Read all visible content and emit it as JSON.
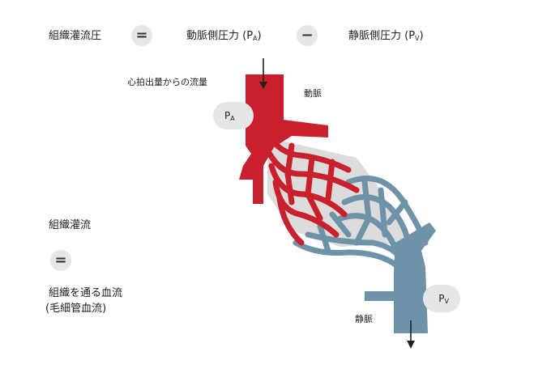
{
  "equation": {
    "lhs": "組織灌流圧",
    "op1": "=",
    "term1_prefix": "動脈側圧力 (P",
    "term1_sub": "A",
    "term1_suffix": ")",
    "op2": "−",
    "term2_prefix": "静脈側圧力 (P",
    "term2_sub": "V",
    "term2_suffix": ")"
  },
  "diagram": {
    "inflow_label": "心拍出量からの流量",
    "artery_label": "動脈",
    "vein_label": "静脈",
    "pa_label_P": "P",
    "pa_label_sub": "A",
    "pv_label_P": "P",
    "pv_label_sub": "V",
    "colors": {
      "artery": "#c8202d",
      "vein": "#6e92a8",
      "tissue": "#dcdcdc",
      "bubble": "#e6e6e6"
    }
  },
  "statement": {
    "line1": "組織灌流",
    "op": "=",
    "line2": "組織を通る血流",
    "line3": "(毛細管血流)"
  }
}
